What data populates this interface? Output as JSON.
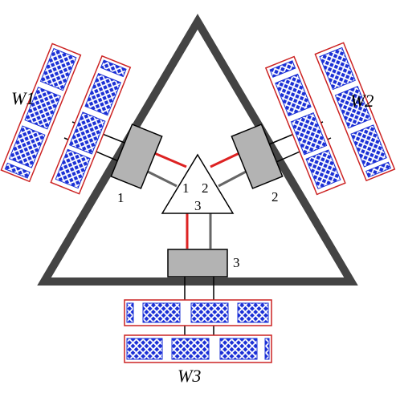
{
  "labels": {
    "wing1": "W1",
    "wing2": "W2",
    "wing3": "W3",
    "box1": "1",
    "box2": "2",
    "box3": "3",
    "hub1": "1",
    "hub2": "2",
    "hub3": "3"
  },
  "colors": {
    "frame": "#444444",
    "panel_outline": "#cc2222",
    "cell_fill": "#1a2fd6",
    "box_fill": "#b3b3b3",
    "red_link": "#dd2222",
    "grey_link": "#666666"
  },
  "icons": {
    "panel_cell": "blue-crosshatch-cell",
    "frame": "large-triangle-outline",
    "hub": "small-white-triangle"
  }
}
